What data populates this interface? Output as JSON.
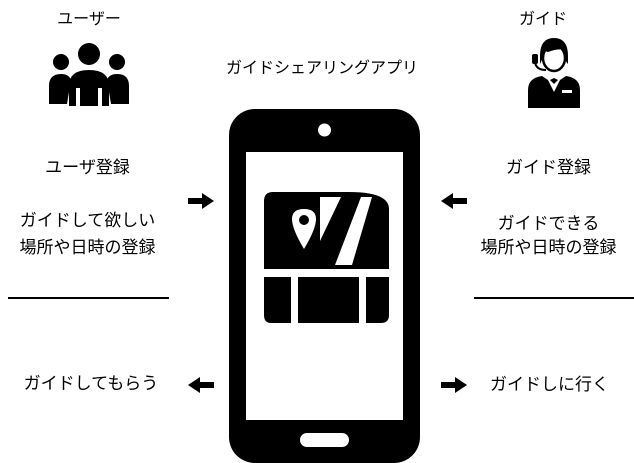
{
  "app_title": "ガイドシェアリングアプリ",
  "user": {
    "heading": "ユーザー",
    "icon": "users-group-icon",
    "register": "ユーザ登録",
    "request_line1": "ガイドして欲しい",
    "request_line2": "場所や日時の登録",
    "result": "ガイドしてもらう"
  },
  "guide": {
    "heading": "ガイド",
    "icon": "guide-person-icon",
    "register": "ガイド登録",
    "offer_line1": "ガイドできる",
    "offer_line2": "場所や日時の登録",
    "result": "ガイドしに行く"
  },
  "phone": {
    "icon": "smartphone-icon",
    "screen_icon": "map-pin-icon"
  },
  "colors": {
    "ink": "#000000",
    "background": "#ffffff"
  }
}
